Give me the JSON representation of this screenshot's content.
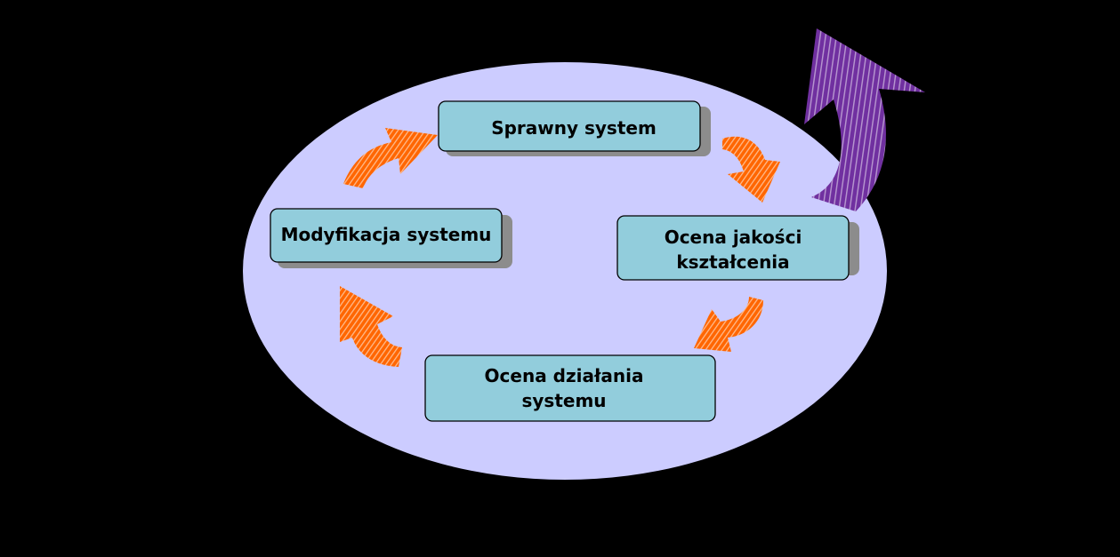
{
  "colors": {
    "background": "#000000",
    "ellipse_fill": "#CCCCFF",
    "box_fill": "#92CDDC",
    "box_shadow": "#8C8C8C",
    "cycle_arrow": "#FF6600",
    "exit_arrow": "#7030A0"
  },
  "diagram": {
    "boxes": [
      {
        "id": "sprawny-system",
        "lines": [
          "Sprawny system"
        ]
      },
      {
        "id": "ocena-jakosci",
        "lines": [
          "Ocena jakości",
          "kształcenia"
        ]
      },
      {
        "id": "ocena-dzialania",
        "lines": [
          "Ocena działania",
          "systemu"
        ]
      },
      {
        "id": "modyfikacja",
        "lines": [
          "Modyfikacja systemu"
        ]
      }
    ]
  }
}
